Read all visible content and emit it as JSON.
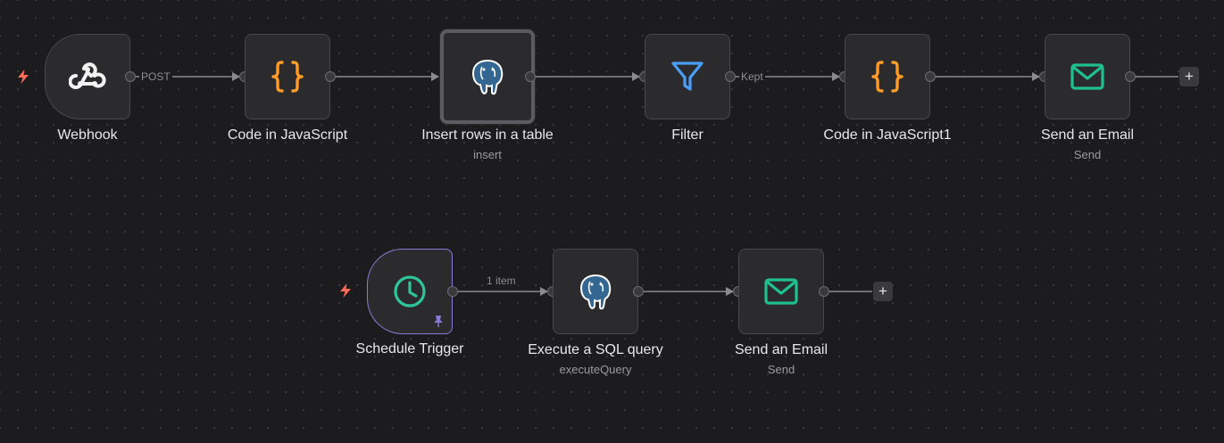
{
  "workflow1": {
    "nodes": [
      {
        "id": "webhook",
        "label": "Webhook",
        "subtitle": "",
        "icon": "webhook-icon"
      },
      {
        "id": "code-js",
        "label": "Code in JavaScript",
        "subtitle": "",
        "icon": "code-braces-icon"
      },
      {
        "id": "insert-rows",
        "label": "Insert rows in a table",
        "subtitle": "insert",
        "icon": "postgres-elephant-icon"
      },
      {
        "id": "filter",
        "label": "Filter",
        "subtitle": "",
        "icon": "filter-funnel-icon"
      },
      {
        "id": "code-js1",
        "label": "Code in JavaScript1",
        "subtitle": "",
        "icon": "code-braces-icon"
      },
      {
        "id": "send-email",
        "label": "Send an Email",
        "subtitle": "Send",
        "icon": "envelope-icon"
      }
    ],
    "edge_labels": {
      "webhook_out": "POST",
      "filter_out": "Kept"
    }
  },
  "workflow2": {
    "nodes": [
      {
        "id": "schedule",
        "label": "Schedule Trigger",
        "subtitle": "",
        "icon": "clock-icon"
      },
      {
        "id": "sql-query",
        "label": "Execute a SQL query",
        "subtitle": "executeQuery",
        "icon": "postgres-elephant-icon"
      },
      {
        "id": "send-email2",
        "label": "Send an Email",
        "subtitle": "Send",
        "icon": "envelope-icon"
      }
    ],
    "edge_labels": {
      "schedule_out": "1 item"
    }
  },
  "add_button_symbol": "+",
  "colors": {
    "canvas_bg": "#1c1c1e",
    "node_bg": "#2b2b2d",
    "trigger_bolt": "#ff6d5a",
    "code_orange": "#ff9b26",
    "filter_blue": "#4a9ef5",
    "email_green": "#1fc08d",
    "clock_green": "#2fc49b",
    "schedule_border": "#8a7ad6"
  }
}
